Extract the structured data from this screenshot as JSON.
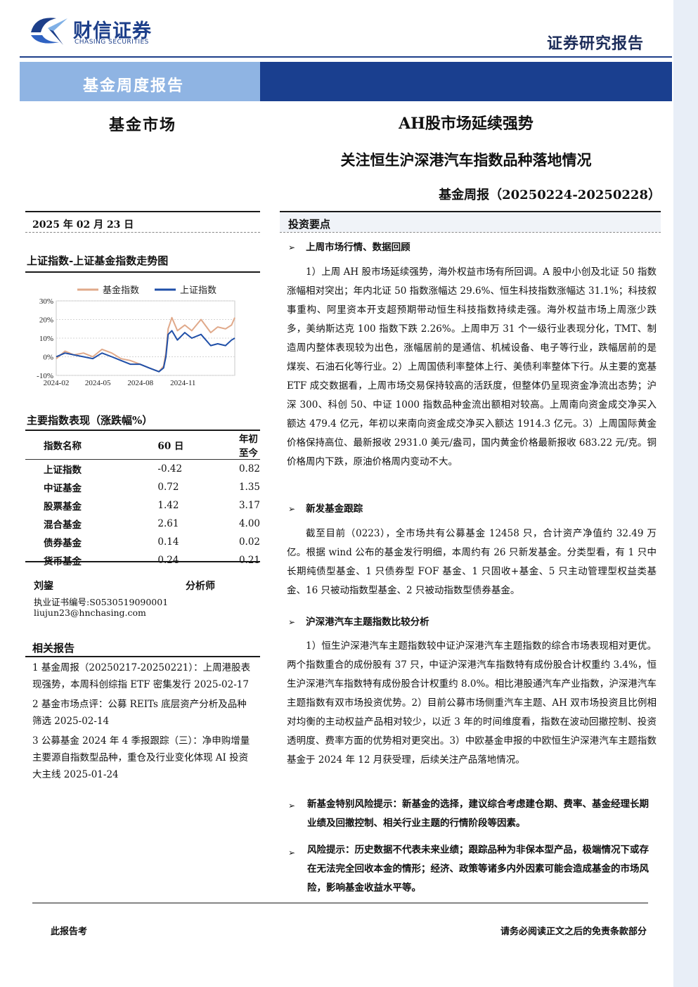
{
  "header": {
    "logo_cn": "财信证券",
    "logo_en": "CHASING SECURITIES",
    "doc_type": "证券研究报告"
  },
  "banner": {
    "report_type": "基金周度报告"
  },
  "category": "基金市场",
  "titles": {
    "main": "AH股市场延续强势",
    "sub": "关注恒生沪深港汽车指数品种落地情况",
    "period": "基金周报（20250224-20250228）"
  },
  "date": "2025 年 02 月 23 日",
  "chart_section_title": "上证指数-上证基金指数走势图",
  "chart_data": {
    "type": "line",
    "series": [
      {
        "name": "基金指数",
        "color": "#e0a98a",
        "x": [
          "2024-02-01",
          "2024-02-20",
          "2024-03-10",
          "2024-03-31",
          "2024-04-20",
          "2024-05-10",
          "2024-05-31",
          "2024-06-20",
          "2024-07-10",
          "2024-07-31",
          "2024-08-20",
          "2024-09-10",
          "2024-09-20",
          "2024-09-25",
          "2024-09-30",
          "2024-10-08",
          "2024-10-20",
          "2024-11-05",
          "2024-11-20",
          "2024-12-10",
          "2024-12-31",
          "2025-01-15",
          "2025-02-01",
          "2025-02-14",
          "2025-02-21"
        ],
        "values": [
          -1,
          3,
          1,
          2,
          0,
          4,
          2,
          -1,
          -2,
          -4,
          -6,
          -8,
          -5,
          2,
          15,
          21,
          14,
          17,
          14,
          20,
          13,
          16,
          15,
          17,
          21
        ]
      },
      {
        "name": "上证指数",
        "color": "#1f4fa8",
        "x": [
          "2024-02-01",
          "2024-02-20",
          "2024-03-10",
          "2024-03-31",
          "2024-04-20",
          "2024-05-10",
          "2024-05-31",
          "2024-06-20",
          "2024-07-10",
          "2024-07-31",
          "2024-08-20",
          "2024-09-10",
          "2024-09-20",
          "2024-09-25",
          "2024-09-30",
          "2024-10-08",
          "2024-10-20",
          "2024-11-05",
          "2024-11-20",
          "2024-12-10",
          "2024-12-31",
          "2025-01-15",
          "2025-02-01",
          "2025-02-14",
          "2025-02-21"
        ],
        "values": [
          0,
          2,
          1,
          0,
          -1,
          2,
          0,
          -2,
          -4,
          -4,
          -6,
          -8,
          -6,
          0,
          12,
          14,
          9,
          13,
          10,
          12,
          6,
          7,
          6,
          9,
          10
        ]
      }
    ],
    "x_ticks": [
      "2024-02",
      "2024-05",
      "2024-08",
      "2024-11"
    ],
    "y_ticks": [
      "30%",
      "20%",
      "10%",
      "0%",
      "-10%"
    ],
    "ylim": [
      -10,
      30
    ],
    "grid": "horizontal dashed",
    "legend": "top"
  },
  "performance": {
    "title": "主要指数表现（涨跌幅%）",
    "headers": [
      "指数名称",
      "60 日",
      "年初至今"
    ],
    "rows": [
      [
        "上证指数",
        "-0.42",
        "0.82"
      ],
      [
        "中证基金",
        "0.72",
        "1.35"
      ],
      [
        "股票基金",
        "1.42",
        "3.17"
      ],
      [
        "混合基金",
        "2.61",
        "4.00"
      ],
      [
        "债券基金",
        "0.14",
        "0.02"
      ],
      [
        "货币基金",
        "0.24",
        "0.21"
      ]
    ]
  },
  "analyst": {
    "name": "刘鋆",
    "role": "分析师",
    "cert": "执业证书编号:S0530519090001",
    "email": "liujun23@hnchasing.com"
  },
  "related": {
    "title": "相关报告",
    "items": [
      "1 基金周报（20250217-20250221）：上周港股表现强势，本周科创综指 ETF 密集发行 2025-02-17",
      "2 基金市场点评：公募 REITs 底层资产分析及品种筛选 2025-02-14",
      "3 公募基金 2024 年 4 季报跟踪（三）：净申购增量主要源自指数型品种，重仓及行业变化体现 AI 投资大主线 2025-01-24"
    ]
  },
  "key_points": {
    "title": "投资要点",
    "s1_title": "上周市场行情、数据回顾",
    "s1_text": "1）上周 AH 股市场延续强势，海外权益市场有所回调。A 股中小创及北证 50 指数涨幅相对突出；年内北证 50 指数涨幅达 29.6%、恒生科技指数涨幅达 31.1%；科技叙事重构、阿里资本开支超预期带动恒生科技指数持续走强。海外权益市场上周涨少跌多，美纳斯达克 100 指数下跌 2.26%。上周申万 31 个一级行业表现分化，TMT、制造周内整体表现较为出色，涨幅居前的是通信、机械设备、电子等行业，跌幅居前的是煤炭、石油石化等行业。2）上周国债利率整体上行、美债利率整体下行。从主要的宽基 ETF 成交数据看，上周市场交易保持较高的活跃度，但整体仍呈现资金净流出态势；沪深 300、科创 50、中证 1000 指数品种金流出额相对较高。上周南向资金成交净买入额达 479.4 亿元，年初以来南向资金成交净买入额达 1914.3 亿元。3）上周国际黄金价格保持高位、最新报收 2931.0 美元/盎司，国内黄金价格最新报收 683.22 元/克。铜价格周内下跌，原油价格周内变动不大。",
    "s2_title": "新发基金跟踪",
    "s2_text": "截至目前（0223），全市场共有公募基金 12458 只，合计资产净值约 32.49 万亿。根据 wind 公布的基金发行明细，本周约有 26 只新发基金。分类型看，有 1 只中长期纯债型基金、1 只债券型 FOF 基金、1 只固收+基金、5 只主动管理型权益类基金、16 只被动指数型基金、2 只被动指数型债券基金。",
    "s3_title": "沪深港汽车主题指数比较分析",
    "s3_text": "1）恒生沪深港汽车主题指数较中证沪深港汽车主题指数的综合市场表现相对更优。两个指数重合的成份股有 37 只，中证沪深港汽车指数特有成份股合计权重约 3.4%，恒生沪深港汽车指数特有成份股合计权重约 8.0%。相比港股通汽车产业指数，沪深港汽车主题指数有双市场投资优势。2）目前公募市场侧重汽车主题、AH 双市场投资且比例相对均衡的主动权益产品相对较少，以近 3 年的时间维度看，指数在波动回撤控制、投资透明度、费率方面的优势相对更突出。3）中欧基金申报的中欧恒生沪深港汽车主题指数基金于 2024 年 12 月获受理，后续关注产品落地情况。",
    "r1_text": "新基金特别风险提示：新基金的选择，建议综合考虑建仓期、费率、基金经理长期业绩及回撤控制、相关行业主题的行情阶段等因素。",
    "r2_text": "风险提示：历史数据不代表未来业绩；跟踪品种为非保本型产品，极端情况下或存在无法完全回收本金的情形；经济、政策等诸多内外因素可能会造成基金的市场风险，影响基金收益水平等。"
  },
  "footer": {
    "left": "此报告考",
    "right": "请务必阅读正文之后的免责条款部分"
  }
}
